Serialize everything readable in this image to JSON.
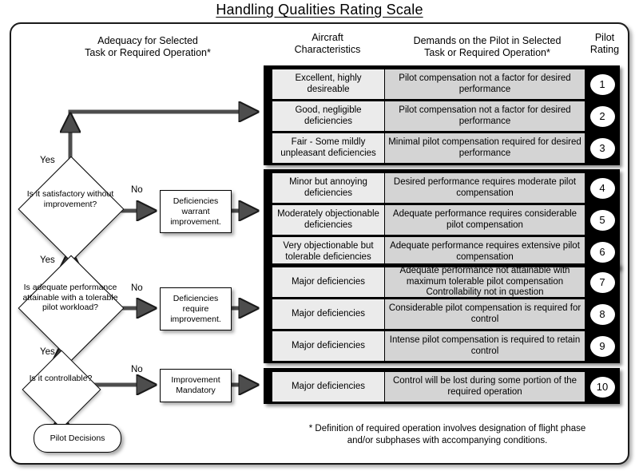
{
  "title": "Handling Qualities Rating Scale",
  "headers": {
    "adequacy": "Adequacy for Selected\nTask or Required  Operation*",
    "adequacy_line1": "Adequacy for Selected",
    "adequacy_line2": "Task or Required  Operation*",
    "aircraft_line1": "Aircraft",
    "aircraft_line2": "Characteristics",
    "demands_line1": "Demands on the Pilot in Selected",
    "demands_line2": "Task or Required Operation*",
    "rating_line1": "Pilot",
    "rating_line2": "Rating"
  },
  "blocks": [
    {
      "id": "block-a",
      "rows": [
        {
          "aircraft": "Excellent, highly desireable",
          "demands": "Pilot compensation not a factor for desired performance",
          "rating": "1"
        },
        {
          "aircraft": "Good, negligible deficiencies",
          "demands": "Pilot compensation not a factor for desired performance",
          "rating": "2"
        },
        {
          "aircraft": "Fair - Some mildly unpleasant deficiencies",
          "demands": "Minimal pilot compensation required for desired performance",
          "rating": "3"
        }
      ]
    },
    {
      "id": "block-b",
      "rows": [
        {
          "aircraft": "Minor but annoying deficiencies",
          "demands": "Desired performance requires moderate pilot compensation",
          "rating": "4"
        },
        {
          "aircraft": "Moderately objectionable deficiencies",
          "demands": "Adequate performance requires considerable pilot compensation",
          "rating": "5"
        },
        {
          "aircraft": "Very objectionable but tolerable deficiencies",
          "demands": "Adequate performance requires extensive pilot compensation",
          "rating": "6"
        }
      ]
    },
    {
      "id": "block-c",
      "rows": [
        {
          "aircraft": "Major deficiencies",
          "demands": "Adequate performance not attainable with maximum tolerable pilot compensation Controllability not in question",
          "rating": "7"
        },
        {
          "aircraft": "Major deficiencies",
          "demands": "Considerable pilot compensation is required for control",
          "rating": "8"
        },
        {
          "aircraft": "Major deficiencies",
          "demands": "Intense pilot compensation is required to retain control",
          "rating": "9"
        }
      ]
    },
    {
      "id": "block-d",
      "rows": [
        {
          "aircraft": "Major deficiencies",
          "demands": "Control will be lost during some portion of the required operation",
          "rating": "10"
        }
      ]
    }
  ],
  "flow": {
    "decisions": [
      {
        "name": "satisfactory",
        "label": "Is it satisfactory without improvement?"
      },
      {
        "name": "adequate-performance",
        "label": "Is adequate performance attainable with a tolerable pilot workload?"
      },
      {
        "name": "controllable",
        "label": "Is it controllable?"
      }
    ],
    "processes": [
      {
        "name": "deficiencies-warrant",
        "label": "Deficiencies warrant improvement."
      },
      {
        "name": "deficiencies-require",
        "label": "Deficiencies require improvement."
      },
      {
        "name": "improvement-mandatory",
        "label": "Improvement Mandatory"
      }
    ],
    "terminator": "Pilot Decisions",
    "edge_labels": {
      "yes1": "Yes",
      "yes2": "Yes",
      "yes3": "Yes",
      "no1": "No",
      "no2": "No",
      "no3": "No"
    }
  },
  "footnote_line1": "* Definition of required operation involves designation of flight phase",
  "footnote_line2": "and/or subphases with accompanying conditions.",
  "colors": {
    "frame": "#1a1a1a",
    "slab": "#000000",
    "aircraft_cell": "#ebebeb",
    "demands_cell": "#d4d4d4",
    "connector": "#4d4d4d"
  }
}
